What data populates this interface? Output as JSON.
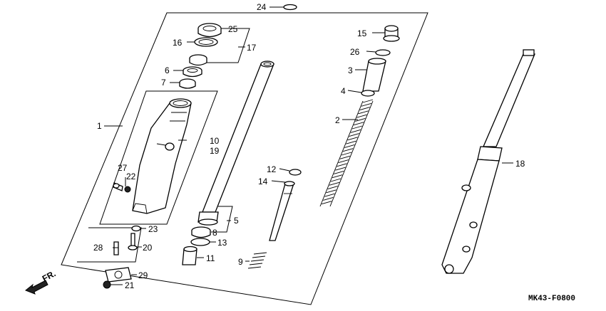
{
  "diagram": {
    "code": "MK43-F0800",
    "direction_label": "FR.",
    "labels": [
      {
        "id": "p24",
        "text": "24"
      },
      {
        "id": "p25",
        "text": "25"
      },
      {
        "id": "p16",
        "text": "16"
      },
      {
        "id": "p17",
        "text": "17"
      },
      {
        "id": "p6",
        "text": "6"
      },
      {
        "id": "p7",
        "text": "7"
      },
      {
        "id": "p1",
        "text": "1"
      },
      {
        "id": "p10",
        "text": "10"
      },
      {
        "id": "p19",
        "text": "19"
      },
      {
        "id": "p27",
        "text": "27"
      },
      {
        "id": "p22",
        "text": "22"
      },
      {
        "id": "p23",
        "text": "23"
      },
      {
        "id": "p28",
        "text": "28"
      },
      {
        "id": "p20",
        "text": "20"
      },
      {
        "id": "p29",
        "text": "29"
      },
      {
        "id": "p21",
        "text": "21"
      },
      {
        "id": "p5",
        "text": "5"
      },
      {
        "id": "p8",
        "text": "8"
      },
      {
        "id": "p13",
        "text": "13"
      },
      {
        "id": "p11",
        "text": "11"
      },
      {
        "id": "p12",
        "text": "12"
      },
      {
        "id": "p14",
        "text": "14"
      },
      {
        "id": "p9",
        "text": "9"
      },
      {
        "id": "p15",
        "text": "15"
      },
      {
        "id": "p26",
        "text": "26"
      },
      {
        "id": "p3",
        "text": "3"
      },
      {
        "id": "p4",
        "text": "4"
      },
      {
        "id": "p2",
        "text": "2"
      },
      {
        "id": "p18",
        "text": "18"
      }
    ]
  }
}
